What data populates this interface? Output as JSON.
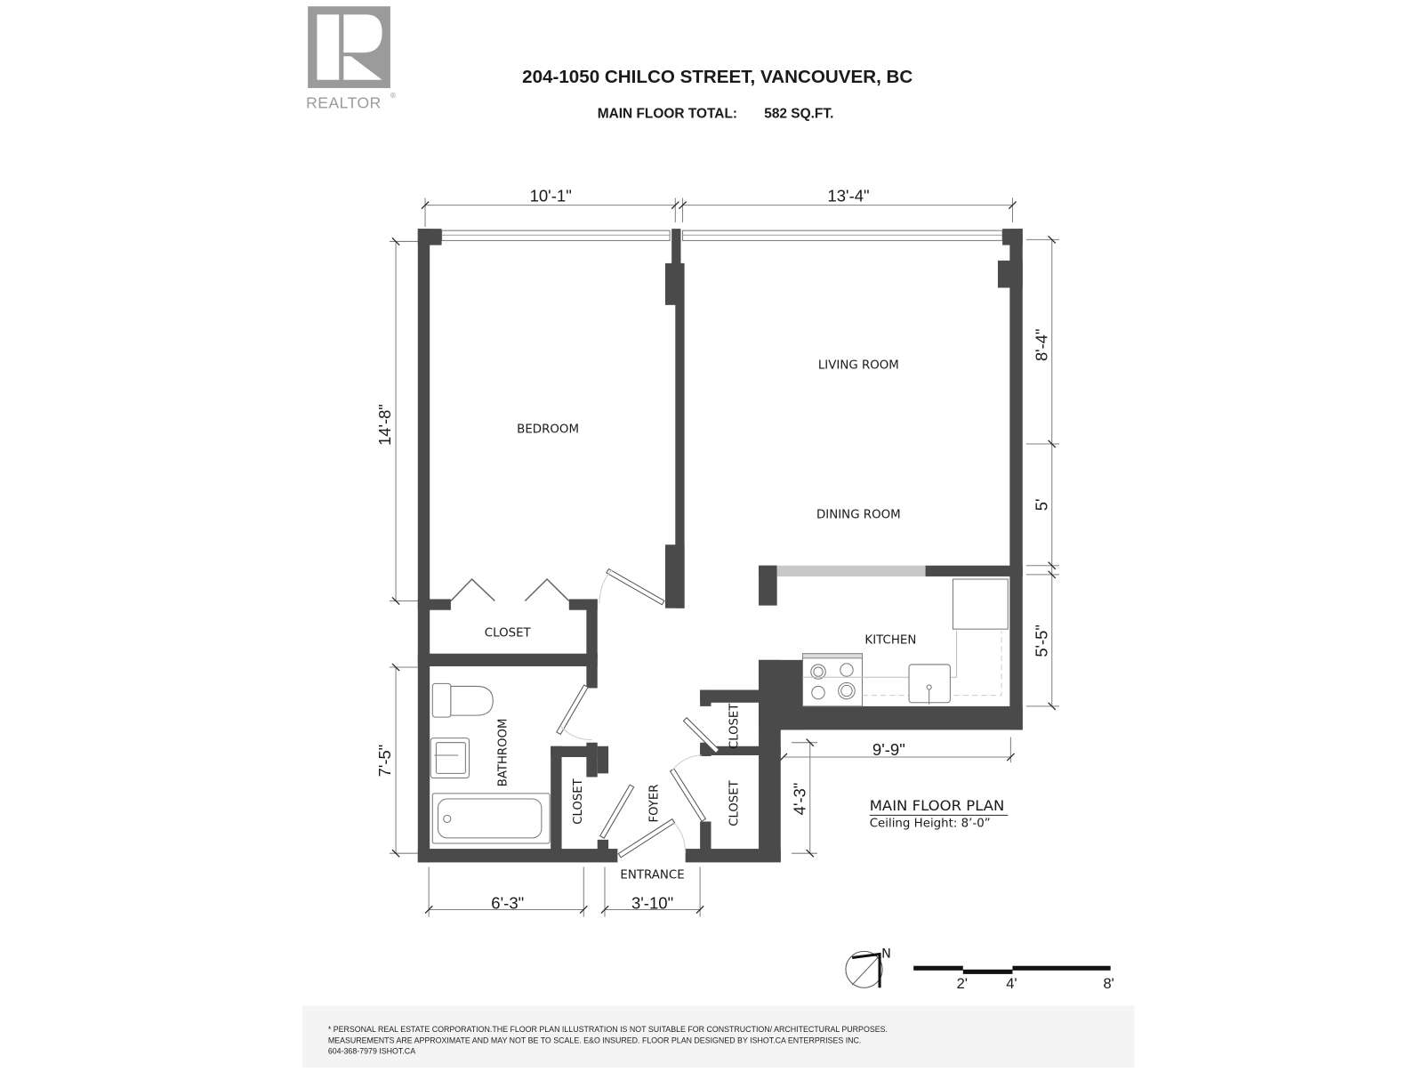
{
  "logo": {
    "letter": "R",
    "brand": "REALTOR",
    "registered": "®",
    "color": "#9b9b9b"
  },
  "header": {
    "address": "204-1050 CHILCO STREET, VANCOUVER, BC",
    "total_label": "MAIN FLOOR TOTAL:",
    "total_value": "582 SQ.FT."
  },
  "rooms": {
    "bedroom": "BEDROOM",
    "living_room": "LIVING ROOM",
    "dining_room": "DINING ROOM",
    "kitchen": "KITCHEN",
    "closet_bedroom": "CLOSET",
    "bathroom": "BATHROOM",
    "closet_foyer_left": "CLOSET",
    "foyer": "FOYER",
    "closet_upper_right": "CLOSET",
    "closet_lower_right": "CLOSET",
    "entrance": "ENTRANCE"
  },
  "dimensions": {
    "top_left": "10'-1\"",
    "top_right": "13'-4\"",
    "left_upper": "14'-8\"",
    "left_lower": "7'-5\"",
    "right_upper": "8'-4\"",
    "right_middle": "5'",
    "right_lower": "5'-5\"",
    "bottom_left": "6'-3\"",
    "bottom_entrance": "3'-10\"",
    "kitchen_bottom": "9'-9\"",
    "notch_height": "4'-3\""
  },
  "plan_label": {
    "title": "MAIN FLOOR PLAN",
    "ceiling": "Ceiling Height: 8’-0”"
  },
  "compass": {
    "north_label": "N",
    "icon": "north-arrow-icon"
  },
  "scale_bar": {
    "labels": [
      "2'",
      "4'",
      "8'"
    ]
  },
  "footer": {
    "line1": "* PERSONAL REAL ESTATE CORPORATION.THE FLOOR PLAN ILLUSTRATION IS NOT SUITABLE FOR CONSTRUCTION/ ARCHITECTURAL PURPOSES.",
    "line2": "MEASUREMENTS ARE APPROXIMATE AND MAY NOT BE TO SCALE. E&O INSURED. FLOOR PLAN DESIGNED BY ISHOT.CA ENTERPRISES INC.",
    "line3": "604-368-7979  ISHOT.CA",
    "background": "#f4f4f4"
  }
}
